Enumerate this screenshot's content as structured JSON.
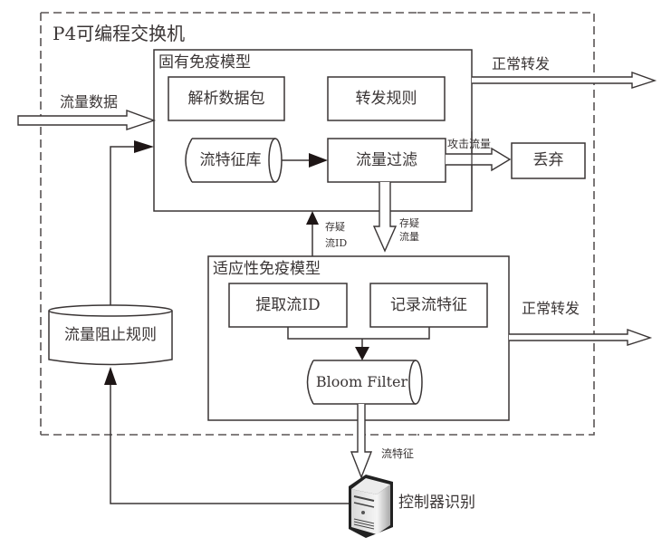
{
  "diagram": {
    "switch_title": "P4可编程交换机",
    "innate_model": {
      "title": "固有免疫模型",
      "parse_packet": "解析数据包",
      "forward_rules": "转发规则",
      "flow_feature_db": "流特征库",
      "traffic_filter": "流量过滤"
    },
    "drop": "丢弃",
    "adaptive_model": {
      "title": "适应性免疫模型",
      "extract_flow_id": "提取流ID",
      "record_flow_features": "记录流特征",
      "bloom_filter": "Bloom Filter"
    },
    "blocking_rules": "流量阻止规则",
    "controller": "控制器识别",
    "edge_labels": {
      "traffic_data": "流量数据",
      "normal_forward_top": "正常转发",
      "normal_forward_bottom": "正常转发",
      "attack_traffic": "攻击流量",
      "suspicious_flow_id_line1": "存疑",
      "suspicious_flow_id_line2": "流ID",
      "suspicious_traffic_line1": "存疑",
      "suspicious_traffic_line2": "流量",
      "flow_features": "流特征"
    },
    "colors": {
      "stroke": "#3a3535",
      "dashed": "#5a5555",
      "arrow_fill": "#1e1616",
      "background": "#ffffff"
    }
  }
}
